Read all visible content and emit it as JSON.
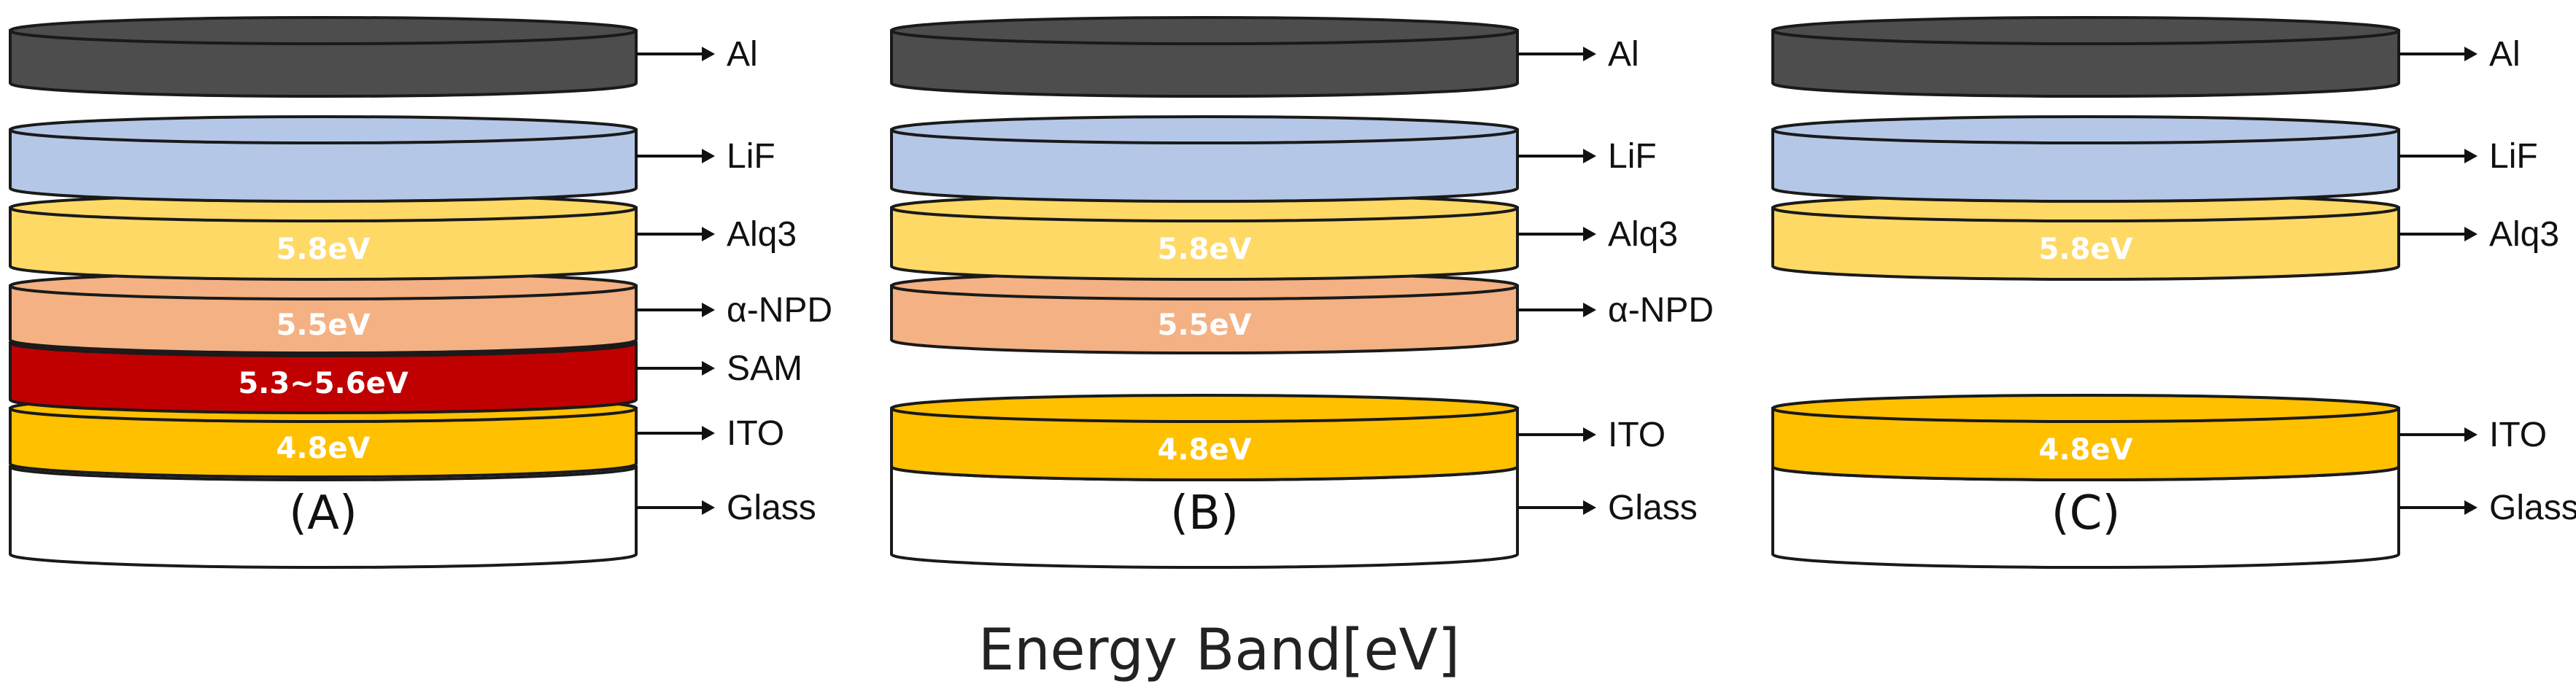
{
  "caption": "Energy Band[eV]",
  "colors": {
    "Al": "#4d4d4d",
    "LiF": "#b4c7e7",
    "Alq3": "#ffd966",
    "alpha_NPD": "#f4b183",
    "SAM": "#c00000",
    "ITO": "#ffc000",
    "Glass": "#ffffff",
    "outline": "#1a1a1a"
  },
  "stacks": [
    {
      "caption": "(A)",
      "layers": [
        {
          "key": "Al",
          "label": "Al",
          "energy": ""
        },
        {
          "key": "LiF",
          "label": "LiF",
          "energy": ""
        },
        {
          "key": "Alq3",
          "label": "Alq3",
          "energy": "5.8eV"
        },
        {
          "key": "alpha_NPD",
          "label": "α-NPD",
          "energy": "5.5eV"
        },
        {
          "key": "SAM",
          "label": "SAM",
          "energy": "5.3~5.6eV"
        },
        {
          "key": "ITO",
          "label": "ITO",
          "energy": "4.8eV"
        },
        {
          "key": "Glass",
          "label": "Glass",
          "energy": ""
        }
      ]
    },
    {
      "caption": "(B)",
      "layers": [
        {
          "key": "Al",
          "label": "Al",
          "energy": ""
        },
        {
          "key": "LiF",
          "label": "LiF",
          "energy": ""
        },
        {
          "key": "Alq3",
          "label": "Alq3",
          "energy": "5.8eV"
        },
        {
          "key": "alpha_NPD",
          "label": "α-NPD",
          "energy": "5.5eV"
        },
        {
          "key": "ITO",
          "label": "ITO",
          "energy": "4.8eV"
        },
        {
          "key": "Glass",
          "label": "Glass",
          "energy": ""
        }
      ]
    },
    {
      "caption": "(C)",
      "layers": [
        {
          "key": "Al",
          "label": "Al",
          "energy": ""
        },
        {
          "key": "LiF",
          "label": "LiF",
          "energy": ""
        },
        {
          "key": "Alq3",
          "label": "Alq3",
          "energy": "5.8eV"
        },
        {
          "key": "ITO",
          "label": "ITO",
          "energy": "4.8eV"
        },
        {
          "key": "Glass",
          "label": "Glass",
          "energy": ""
        }
      ]
    }
  ]
}
